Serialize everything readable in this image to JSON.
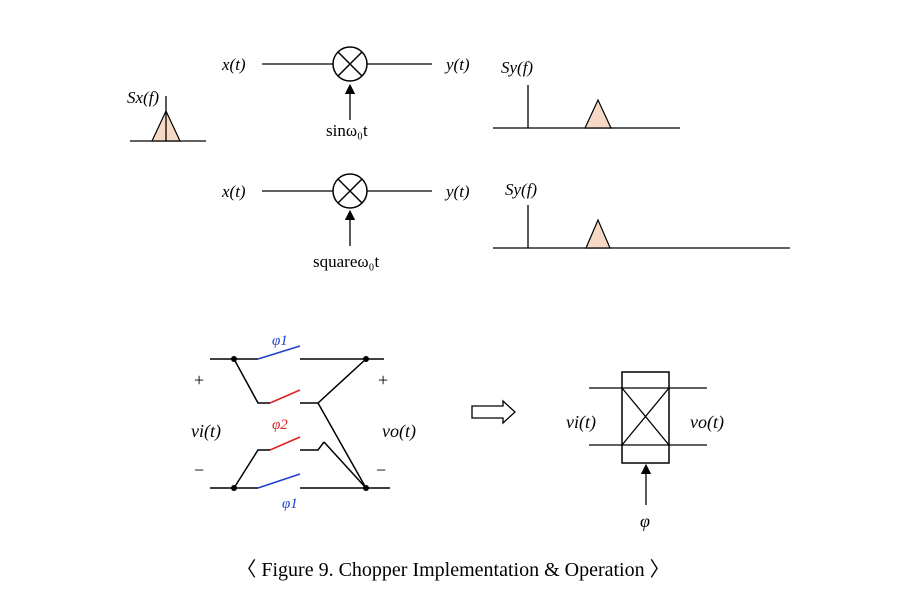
{
  "mixer_sin": {
    "input_label": "x(t)",
    "output_label": "y(t)",
    "lo_label": "sinω₀t",
    "input_spectrum_label": "Sx(f)",
    "output_spectrum_label": "Sy(f)"
  },
  "mixer_square": {
    "input_label": "x(t)",
    "output_label": "y(t)",
    "lo_label": "squareω₀t",
    "output_spectrum_label": "Sy(f)"
  },
  "chopper": {
    "input_label": "vi(t)",
    "output_label": "vo(t)",
    "plus_left": "+",
    "plus_right": "+",
    "minus_left": "−",
    "minus_right": "−",
    "phase1_top": "φ1",
    "phase2": "φ2",
    "phase1_bottom": "φ1"
  },
  "chopper_symbol": {
    "input_label": "vi(t)",
    "output_label": "vo(t)",
    "control_label": "φ"
  },
  "caption": "〈 Figure 9. Chopper Implementation & Operation 〉",
  "colors": {
    "phase1": "#1f3fcf",
    "phase2": "#e02020",
    "spectrum_fill": "#f6d9c4"
  }
}
